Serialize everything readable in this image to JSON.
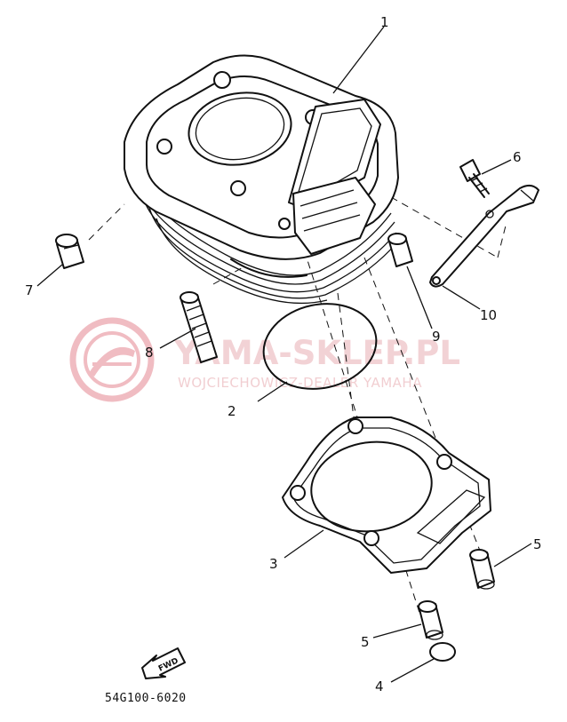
{
  "callouts": {
    "c1": "1",
    "c2": "2",
    "c3": "3",
    "c4": "4",
    "c5a": "5",
    "c5b": "5",
    "c6": "6",
    "c7": "7",
    "c8": "8",
    "c9": "9",
    "c10": "10"
  },
  "watermark": {
    "main": "YAMA-SKLEP.PL",
    "sub": "WOJCIECHOWICZ-DEALER YAMAHA"
  },
  "fwd_label": "FWD",
  "diagram_code": "54G100-6020",
  "colors": {
    "ink": "#111111",
    "watermark": "#e9aeb3",
    "background": "#ffffff"
  }
}
